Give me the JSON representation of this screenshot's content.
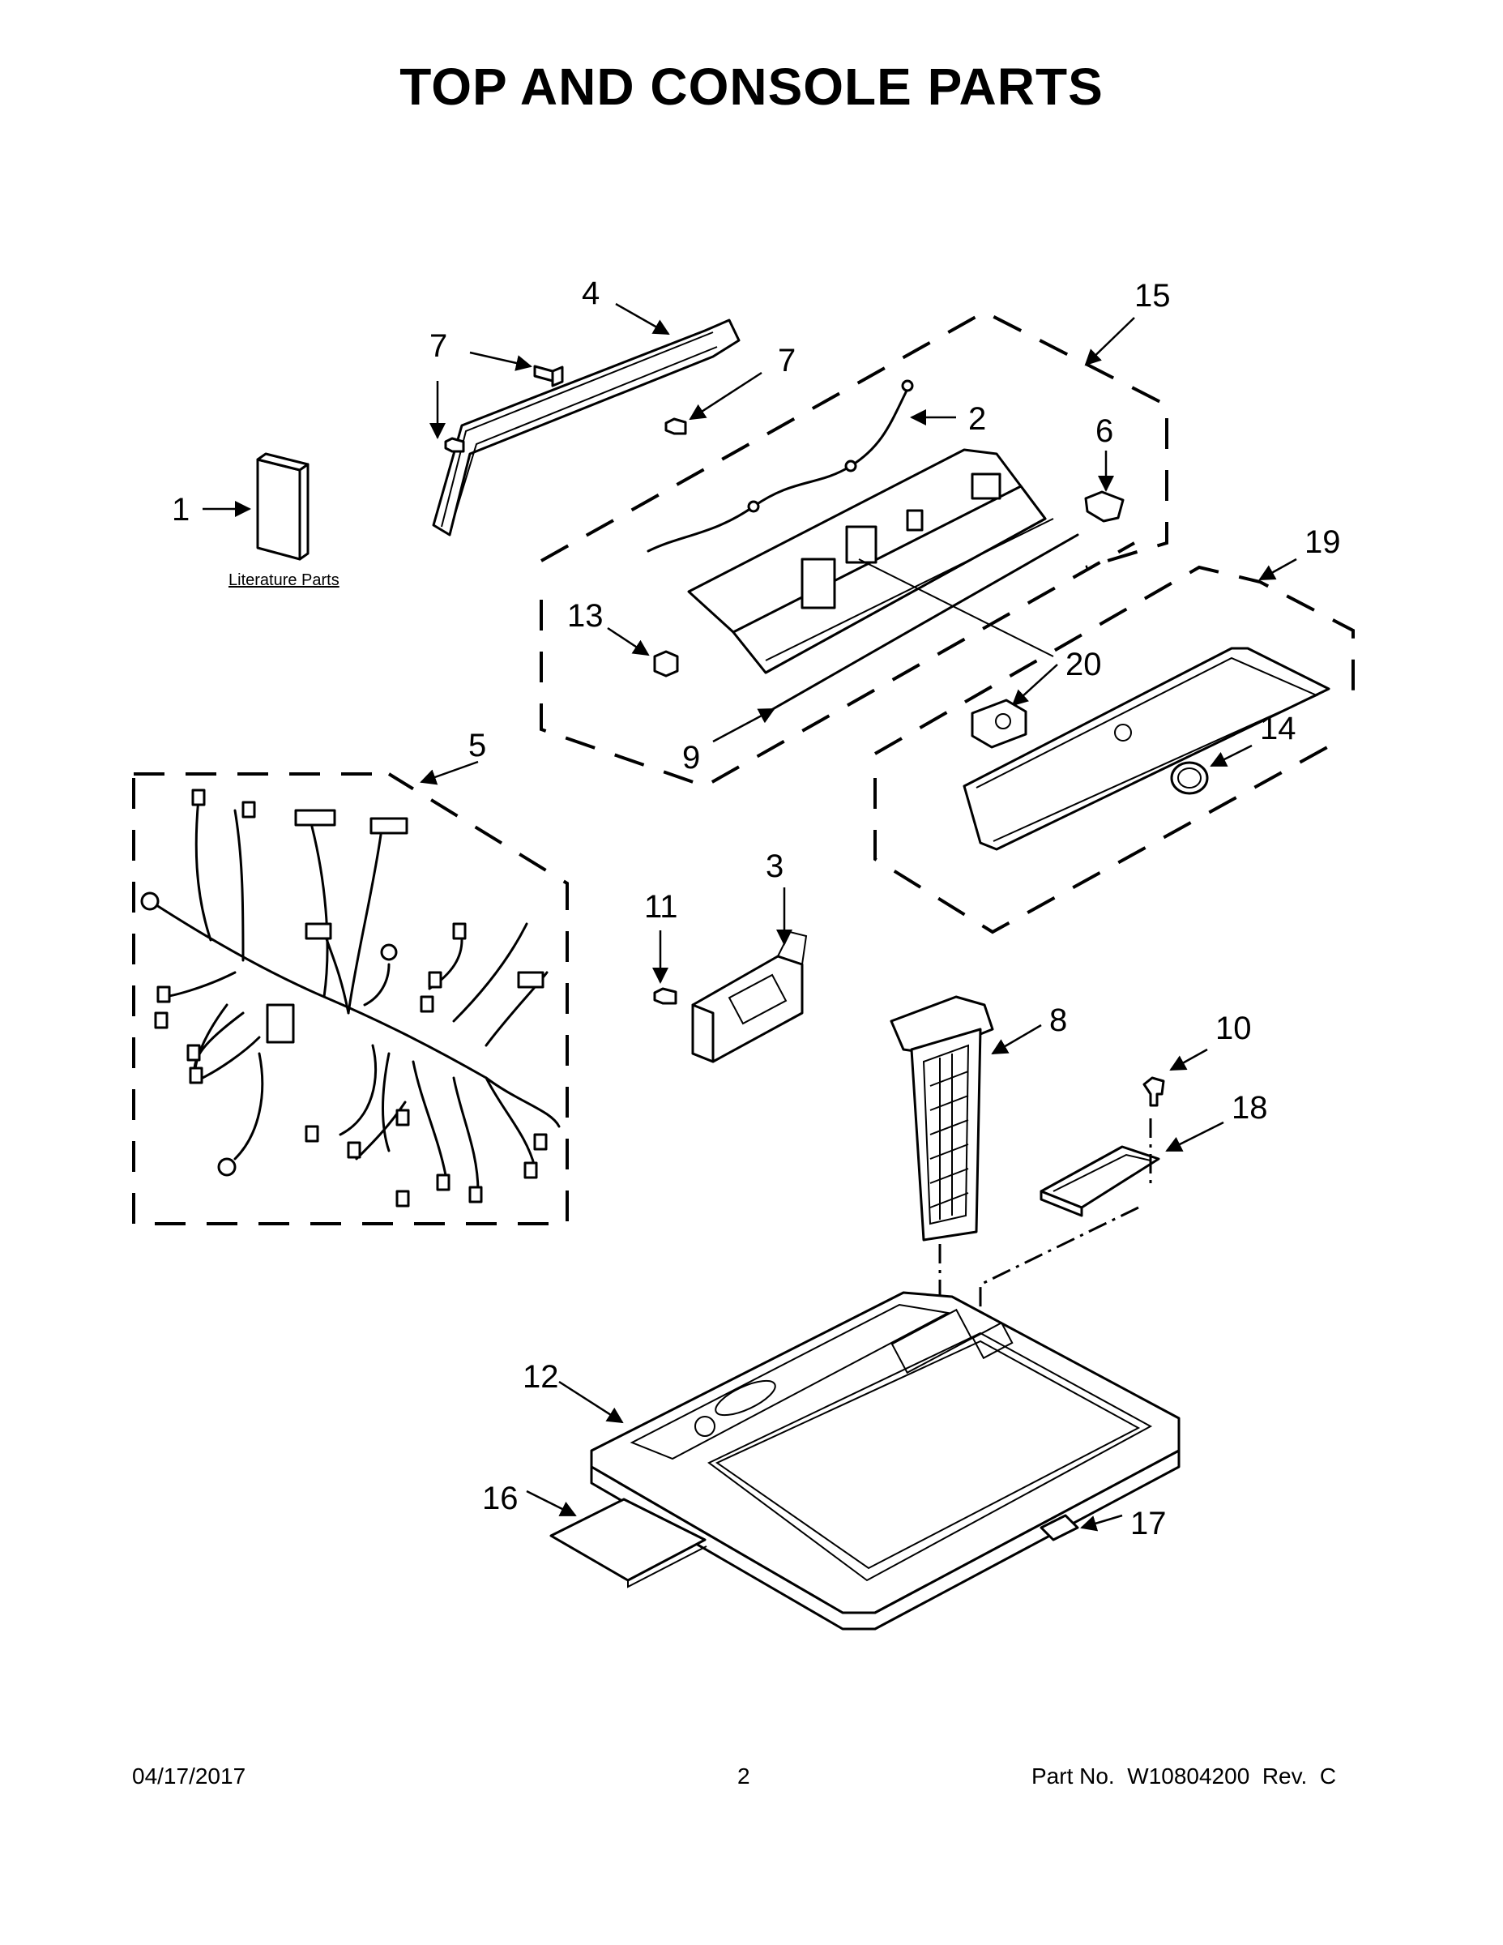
{
  "title": "TOP AND CONSOLE PARTS",
  "literature_label": "Literature Parts",
  "callouts": {
    "c1": "1",
    "c2": "2",
    "c3": "3",
    "c4": "4",
    "c5": "5",
    "c6": "6",
    "c7a": "7",
    "c7b": "7",
    "c8": "8",
    "c9": "9",
    "c10": "10",
    "c11": "11",
    "c12": "12",
    "c13": "13",
    "c14": "14",
    "c15": "15",
    "c16": "16",
    "c17": "17",
    "c18": "18",
    "c19": "19",
    "c20": "20"
  },
  "footer": {
    "date": "04/17/2017",
    "page": "2",
    "part_no": "Part No.  W10804200  Rev.  C"
  }
}
